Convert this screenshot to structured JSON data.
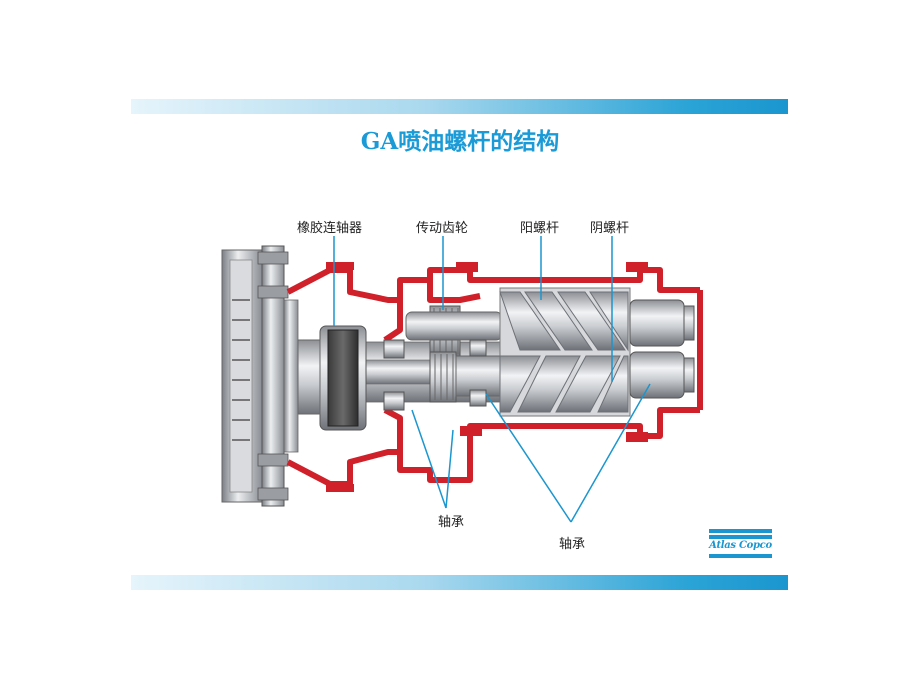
{
  "title": "GA喷油螺杆的结构",
  "labels": {
    "coupling": "橡胶连轴器",
    "drive_gear": "传动齿轮",
    "male_rotor": "阳螺杆",
    "female_rotor": "阴螺杆",
    "bearing_left": "轴承",
    "bearing_right": "轴承"
  },
  "logo": {
    "text": "Atlas Copco"
  },
  "colors": {
    "accent": "#1b96cf",
    "casing": "#d0202a",
    "title": "#1a9ad6"
  }
}
